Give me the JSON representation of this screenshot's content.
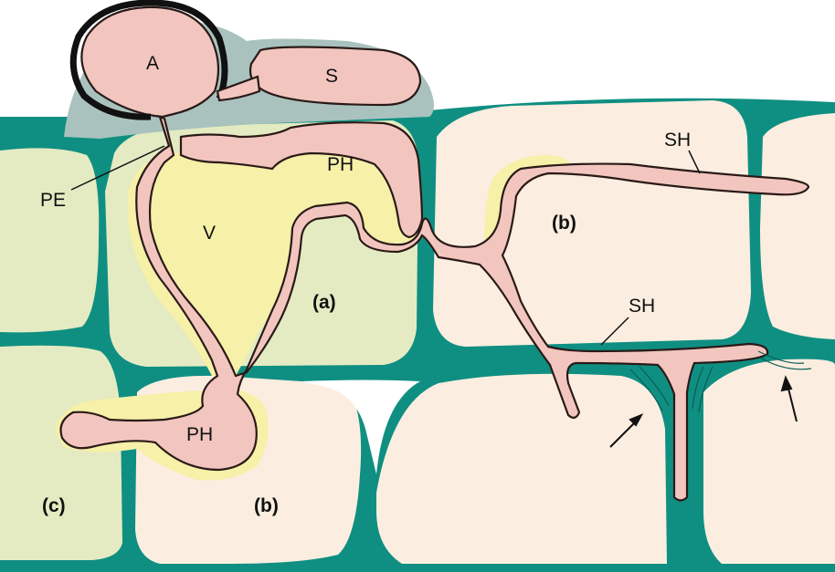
{
  "labels": {
    "appressorium": "A",
    "spore": "S",
    "penetration_peg": "PE",
    "vesicle": "V",
    "primary_hypha_upper": "PH",
    "primary_hypha_lower": "PH",
    "secondary_hypha_upper": "SH",
    "secondary_hypha_lower": "SH",
    "cell_a": "(a)",
    "cell_b_right": "(b)",
    "cell_b_lower": "(b)",
    "cell_c": "(c)"
  },
  "colors": {
    "cell_wall": "#0f8f82",
    "cell_wall_dark": "#0a5c55",
    "cell_green": "#e4ebc2",
    "cell_cream": "#fbeee0",
    "fungus": "#f2c6bf",
    "fungus_outline": "#2a1a18",
    "interface_yellow": "#f6f0a8",
    "spore_matrix": "#a9c2bd"
  }
}
